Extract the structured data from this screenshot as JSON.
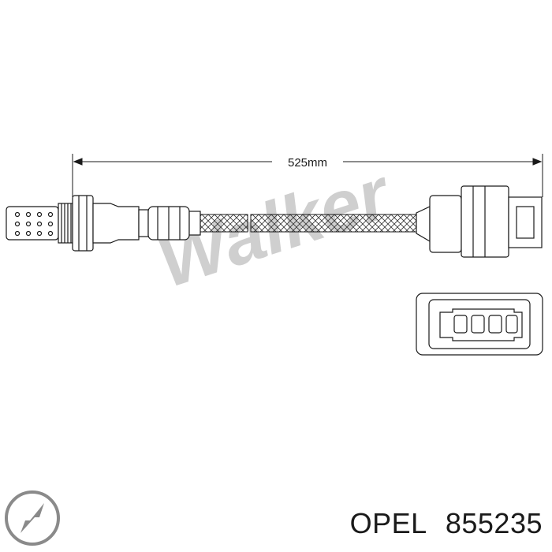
{
  "dimension_label": "525mm",
  "watermark": "Walker",
  "caption": {
    "brand": "OPEL",
    "part_number": "855235"
  },
  "colors": {
    "line": "#1a1a1a",
    "watermark": "#c8c8c8",
    "logo": "#8a8a8a"
  },
  "icons": {
    "logo": "opel-logo-icon"
  }
}
